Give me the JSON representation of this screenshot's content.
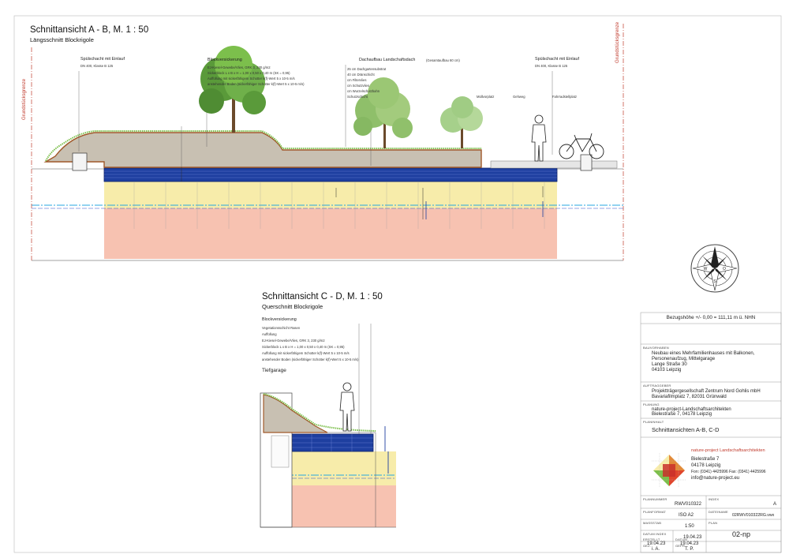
{
  "section_ab": {
    "title": "Schnittansicht A - B, M. 1 : 50",
    "subtitle": "Längsschnitt Blockrigole",
    "labels": {
      "spuel_left": "Spülschacht mit Einlauf",
      "spuel_left_sub": "DN 400, Klasse B 125",
      "spuel_right": "Spülschacht mit Einlauf",
      "spuel_right_sub": "DN 400, Klasse B 125",
      "block": "Blockversickerung",
      "dach": "Dachaufbau Landschaftsdach",
      "dach_sub": "(Gesamtaufbau 60 cm)",
      "muell": "Müllvorplatz",
      "gehweg": "Gehweg",
      "fahrrad": "Fahrradstellplatz"
    },
    "block_layers": [
      "EJ-Kiesel-Gewebe/Vlies, GRK 3, 230 g/m2",
      "Sickerblock L x B x H = 1,00 x 0,50 x 0,40 m (SK = 0,95)",
      "Auffüllung mit sickerfähigem Schotter k(f)-Wert 5 x 10-5 m/s",
      "anstehender Boden (sickerfähiger Schotter k(f)-Wert 5 x 10-5 m/s)"
    ],
    "dach_layers": [
      "25 cm Dachgartensubstrat",
      "40 cm Dränschicht",
      "cm Filtervlies",
      "cm Schutzvlies",
      "cm Wurzelschutzbahn",
      "Schutzschicht"
    ]
  },
  "grenze_label": "Grundstücksgrenze",
  "section_cd": {
    "title": "Schnittansicht C - D, M. 1 : 50",
    "subtitle": "Querschnitt Blockrigole",
    "block_head": "Blockversickerung",
    "layers": [
      "Vegetationsschicht Rasen",
      "Auffüllung",
      "EJ-Kiesel-Gewebe/Vlies, GRK 3, 230 g/m2",
      "Sickerblock L x B x H = 1,00 x 0,50 x 0,40 m (SK = 0,95)",
      "Auffüllung mit sickerfähigem Schotter k(f)-Wert 5 x 10-5 m/s",
      "anstehender Boden (sickerfähiger Schotter k(f)-Wert 5 x 10-5 m/s)"
    ],
    "tiefgarage": "Tiefgarage"
  },
  "compass": {
    "n": "N",
    "e": "O",
    "s": "S",
    "w": "W"
  },
  "title_block": {
    "bezugshoehe": "Bezugshöhe +/- 0,00 = 111,11 m ü. NHN",
    "bauvorhaben_key": "BAUVORHABEN",
    "bauvorhaben": [
      "Neubau eines Mehrfamilienhauses mit Balkonen,",
      "Personenaufzug, Mittelgarage",
      "Lange Straße 30",
      "04103 Leipzig"
    ],
    "auftraggeber_key": "AUFTRAGGEBER",
    "auftraggeber": [
      "Projektträgergesellschaft Zentrum Nord Gohlis mbH",
      "Bavariafilmplatz 7, 82031 Grünwald"
    ],
    "planung_key": "PLANUNG",
    "planung": [
      "nature-project-Landschaftsarchitekten",
      "Bielestraße 7, 04178 Leipzig"
    ],
    "planinhalt_key": "PLANINHALT",
    "planinhalt": "Schnittansichten A-B, C-D",
    "logo_text": "nature-project Landschaftsarchitekten",
    "address": [
      "Bielestraße 7",
      "04178 Leipzig",
      "Fon: (0341) 4425996   Fax: (0341) 4425996",
      "info@nature-project.eu"
    ],
    "fields": {
      "plannummer_key": "PLANNUMMER",
      "plannummer": "RWV010322",
      "index_key": "INDEX",
      "index": "A",
      "format_key": "PLANFORMAT",
      "format": "ISO A2",
      "datei_key": "DATEINAME",
      "datei": "02RWV010322RG.vwx",
      "massstab_key": "MASSSTAB",
      "massstab": "1:50",
      "plan_key": "PLAN",
      "plan": "02-np",
      "datum_key": "DATUM INDEX",
      "datum": "19.04.23",
      "erstellt_key": "ERSTELLT",
      "erstellt": "19.04.23",
      "datum2_key": "DATUM",
      "datum2": "19.04.23",
      "gez_key": "GEZ.",
      "gez": "i. A.",
      "gepr_key": "GEPR.",
      "gepr": "T. P."
    }
  },
  "colors": {
    "green": "#7cbf4c",
    "blue": "#1e3fa0",
    "yellow": "#f7ecaa",
    "pink": "#f7c2b1",
    "red": "#c0392b",
    "soil": "#c8c0b2",
    "brown": "#a0592a"
  }
}
